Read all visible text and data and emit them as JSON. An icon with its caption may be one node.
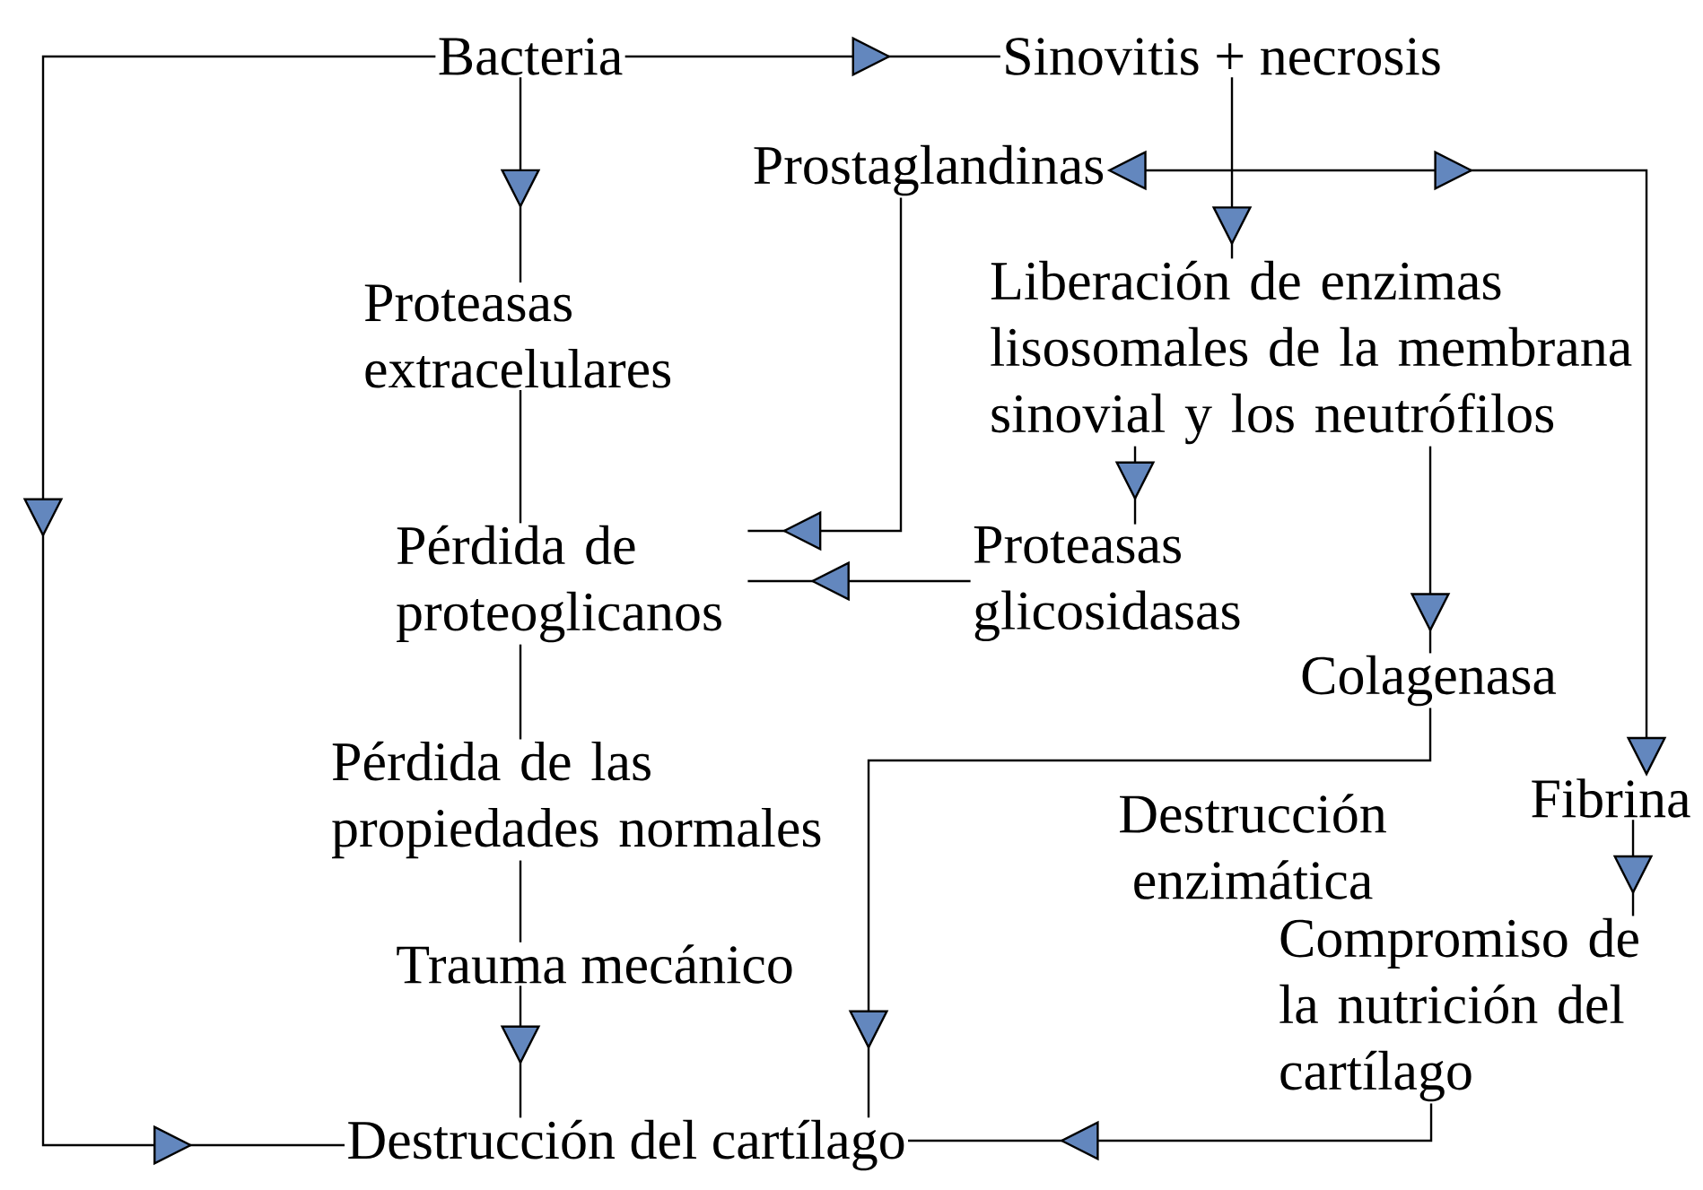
{
  "diagram": {
    "nodes": [
      {
        "text": [
          "Bacteria"
        ]
      },
      {
        "text": [
          "Sinovitis + necrosis"
        ]
      },
      {
        "text": [
          "Prostaglandinas"
        ]
      },
      {
        "text": [
          "Proteasas extracelulares"
        ]
      },
      {
        "text": [
          "Liberación de enzimas lisosomales de la membrana sinovial y los neutrófilos"
        ]
      },
      {
        "text": [
          "Pérdida de proteoglicanos"
        ]
      },
      {
        "text": [
          "Proteasas glicosidasas"
        ]
      },
      {
        "text": [
          "Colagenasa"
        ]
      },
      {
        "text": [
          "Fibrina"
        ]
      },
      {
        "text": [
          "Pérdida de las propiedades normales"
        ]
      },
      {
        "text": [
          "Trauma mecánico"
        ]
      },
      {
        "text": [
          "Compromiso de la nutrición del cartílago"
        ]
      },
      {
        "text": [
          "Destrucción del cartílago"
        ]
      }
    ],
    "edges": [
      {
        "from": 0,
        "to": 1,
        "arrow": "to"
      },
      {
        "from": 0,
        "to": 3,
        "arrow": "to"
      },
      {
        "from": 0,
        "to": 12,
        "arrow": "to"
      },
      {
        "from": 1,
        "to": 4,
        "arrow": "to"
      },
      {
        "from": 2,
        "to": 8,
        "arrow": "both"
      },
      {
        "from": 2,
        "to": 5,
        "arrow": "to"
      },
      {
        "from": 3,
        "to": 5,
        "arrow": "none"
      },
      {
        "from": 4,
        "to": 6,
        "arrow": "to"
      },
      {
        "from": 4,
        "to": 7,
        "arrow": "to"
      },
      {
        "from": 6,
        "to": 5,
        "arrow": "to"
      },
      {
        "from": 5,
        "to": 9,
        "arrow": "none"
      },
      {
        "from": 9,
        "to": 10,
        "arrow": "none"
      },
      {
        "from": 10,
        "to": 12,
        "arrow": "to"
      },
      {
        "from": 7,
        "to": 12,
        "arrow": "to"
      },
      {
        "from": 8,
        "to": 11,
        "arrow": "to"
      },
      {
        "from": 11,
        "to": 12,
        "arrow": "to"
      }
    ],
    "labels": [
      "Destrucción enzimática"
    ]
  }
}
